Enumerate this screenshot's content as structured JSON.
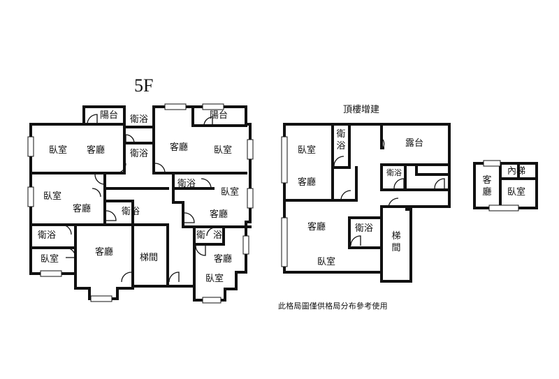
{
  "floor_title": "5F",
  "roof_title": "頂樓增建",
  "note": "此格局圖僅供格局分布參考使用",
  "rooms": {
    "balcony": "陽台",
    "bath": "衛浴",
    "bedroom": "臥室",
    "living": "客廳",
    "stairs": "梯間",
    "stairs_short": "梯",
    "stairs_short2": "間",
    "terrace": "露台",
    "inner_stairs": "內梯",
    "bath_short": "衛",
    "bath_short2": "浴"
  }
}
